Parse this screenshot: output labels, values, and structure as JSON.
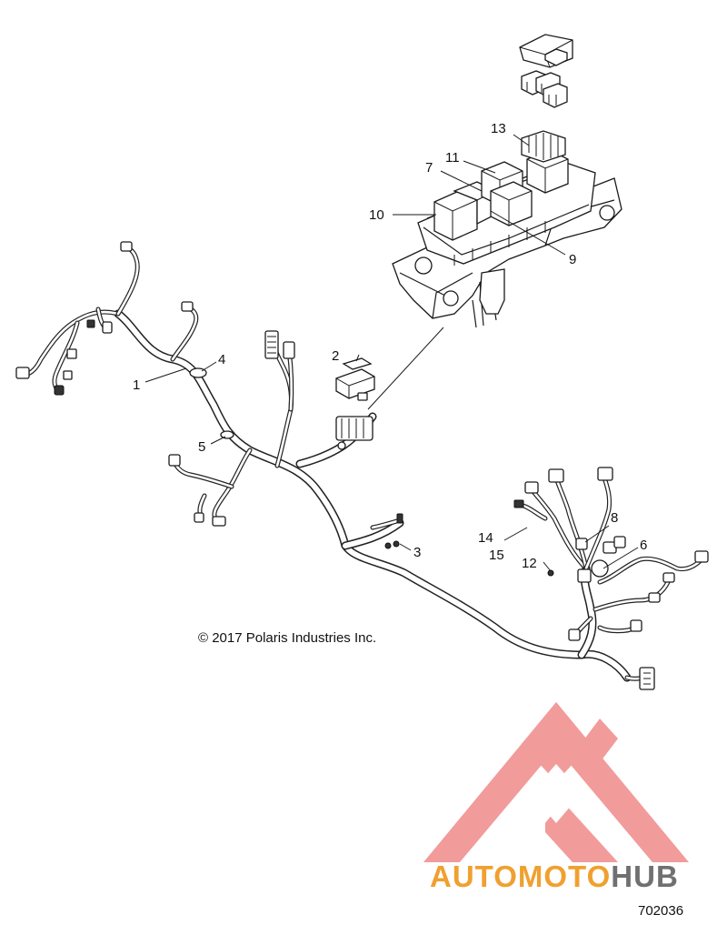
{
  "callouts": [
    {
      "id": "c1",
      "text": "1"
    },
    {
      "id": "c2",
      "text": "2"
    },
    {
      "id": "c3",
      "text": "3"
    },
    {
      "id": "c4",
      "text": "4"
    },
    {
      "id": "c5",
      "text": "5"
    },
    {
      "id": "c6",
      "text": "6"
    },
    {
      "id": "c7",
      "text": "7"
    },
    {
      "id": "c8",
      "text": "8"
    },
    {
      "id": "c9",
      "text": "9"
    },
    {
      "id": "c10",
      "text": "10"
    },
    {
      "id": "c11",
      "text": "11"
    },
    {
      "id": "c12",
      "text": "12"
    },
    {
      "id": "c13",
      "text": "13"
    },
    {
      "id": "c14",
      "text": "14"
    },
    {
      "id": "c15",
      "text": "15"
    }
  ],
  "copyright": "© 2017 Polaris Industries Inc.",
  "drawing_number": "702036",
  "watermark": {
    "text_part1": "AUTOMOTO",
    "text_part2": "HUB",
    "color_primary": "#f0a030",
    "color_secondary": "#6b6b6b",
    "logo_color": "#f08080"
  }
}
